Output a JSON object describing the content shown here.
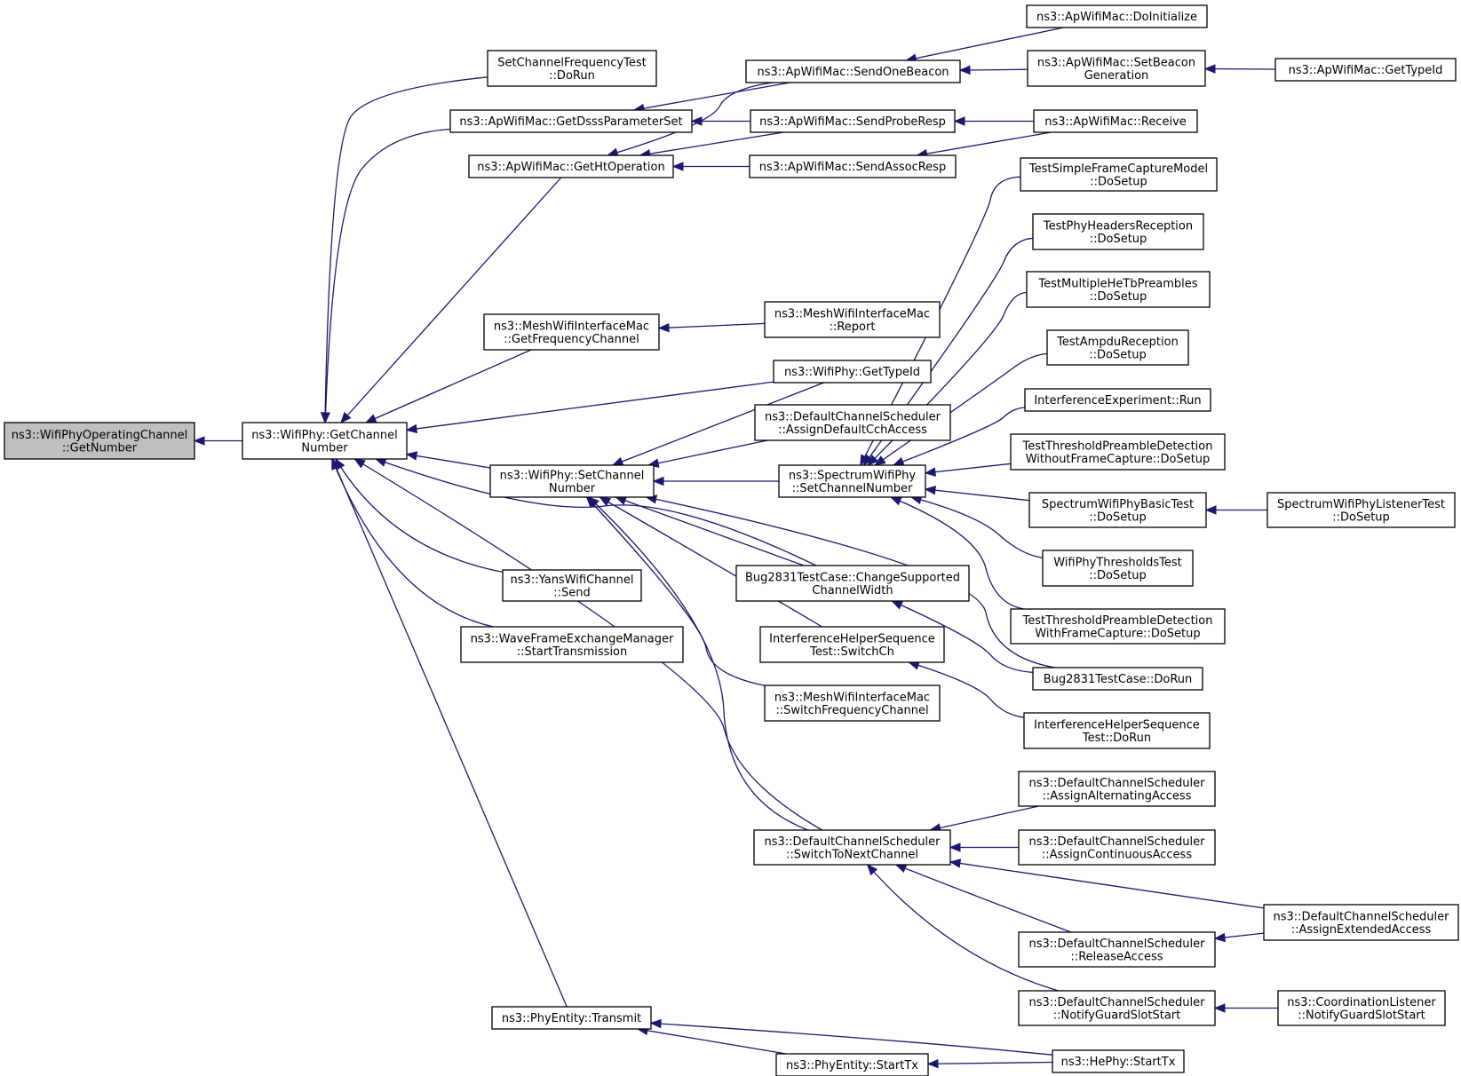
{
  "graph": {
    "nodes": [
      {
        "id": "root",
        "lines": [
          "ns3::WifiPhyOperatingChannel",
          "::GetNumber"
        ],
        "highlighted": true
      },
      {
        "id": "getchan",
        "lines": [
          "ns3::WifiPhy::GetChannel",
          "Number"
        ]
      },
      {
        "id": "setchfreqtest",
        "lines": [
          "SetChannelFrequencyTest",
          "::DoRun"
        ]
      },
      {
        "id": "getdsss",
        "lines": [
          "ns3::ApWifiMac::GetDsssParameterSet"
        ]
      },
      {
        "id": "getht",
        "lines": [
          "ns3::ApWifiMac::GetHtOperation"
        ]
      },
      {
        "id": "meshgetfreq",
        "lines": [
          "ns3::MeshWifiInterfaceMac",
          "::GetFrequencyChannel"
        ]
      },
      {
        "id": "setchan",
        "lines": [
          "ns3::WifiPhy::SetChannel",
          "Number"
        ]
      },
      {
        "id": "yanssend",
        "lines": [
          "ns3::YansWifiChannel",
          "::Send"
        ]
      },
      {
        "id": "wavestart",
        "lines": [
          "ns3::WaveFrameExchangeManager",
          "::StartTransmission"
        ]
      },
      {
        "id": "phytransmit",
        "lines": [
          "ns3::PhyEntity::Transmit"
        ]
      },
      {
        "id": "sendbeacon",
        "lines": [
          "ns3::ApWifiMac::SendOneBeacon"
        ]
      },
      {
        "id": "sendprobe",
        "lines": [
          "ns3::ApWifiMac::SendProbeResp"
        ]
      },
      {
        "id": "sendassoc",
        "lines": [
          "ns3::ApWifiMac::SendAssocResp"
        ]
      },
      {
        "id": "meshreport",
        "lines": [
          "ns3::MeshWifiInterfaceMac",
          "::Report"
        ]
      },
      {
        "id": "phytypeid",
        "lines": [
          "ns3::WifiPhy::GetTypeId"
        ]
      },
      {
        "id": "assigncch",
        "lines": [
          "ns3::DefaultChannelScheduler",
          "::AssignDefaultCchAccess"
        ]
      },
      {
        "id": "spectrumset",
        "lines": [
          "ns3::SpectrumWifiPhy",
          "::SetChannelNumber"
        ]
      },
      {
        "id": "bugchange",
        "lines": [
          "Bug2831TestCase::ChangeSupported",
          "ChannelWidth"
        ]
      },
      {
        "id": "ihsswitch",
        "lines": [
          "InterferenceHelperSequence",
          "Test::SwitchCh"
        ]
      },
      {
        "id": "meshswitch",
        "lines": [
          "ns3::MeshWifiInterfaceMac",
          "::SwitchFrequencyChannel"
        ]
      },
      {
        "id": "switchnext",
        "lines": [
          "ns3::DefaultChannelScheduler",
          "::SwitchToNextChannel"
        ]
      },
      {
        "id": "phystarttx",
        "lines": [
          "ns3::PhyEntity::StartTx"
        ]
      },
      {
        "id": "doinit",
        "lines": [
          "ns3::ApWifiMac::DoInitialize"
        ]
      },
      {
        "id": "setbeacongen",
        "lines": [
          "ns3::ApWifiMac::SetBeacon",
          "Generation"
        ]
      },
      {
        "id": "receive",
        "lines": [
          "ns3::ApWifiMac::Receive"
        ]
      },
      {
        "id": "testsimple",
        "lines": [
          "TestSimpleFrameCaptureModel",
          "::DoSetup"
        ]
      },
      {
        "id": "testphyhdr",
        "lines": [
          "TestPhyHeadersReception",
          "::DoSetup"
        ]
      },
      {
        "id": "testmulti",
        "lines": [
          "TestMultipleHeTbPreambles",
          "::DoSetup"
        ]
      },
      {
        "id": "testampdu",
        "lines": [
          "TestAmpduReception",
          "::DoSetup"
        ]
      },
      {
        "id": "interfexp",
        "lines": [
          "InterferenceExperiment::Run"
        ]
      },
      {
        "id": "testthrwo",
        "lines": [
          "TestThresholdPreambleDetection",
          "WithoutFrameCapture::DoSetup"
        ]
      },
      {
        "id": "spectrumbasic",
        "lines": [
          "SpectrumWifiPhyBasicTest",
          "::DoSetup"
        ]
      },
      {
        "id": "wifithr",
        "lines": [
          "WifiPhyThresholdsTest",
          "::DoSetup"
        ]
      },
      {
        "id": "testthrwith",
        "lines": [
          "TestThresholdPreambleDetection",
          "WithFrameCapture::DoSetup"
        ]
      },
      {
        "id": "bugdorun",
        "lines": [
          "Bug2831TestCase::DoRun"
        ]
      },
      {
        "id": "ihsdorun",
        "lines": [
          "InterferenceHelperSequence",
          "Test::DoRun"
        ]
      },
      {
        "id": "assignalt",
        "lines": [
          "ns3::DefaultChannelScheduler",
          "::AssignAlternatingAccess"
        ]
      },
      {
        "id": "assigncont",
        "lines": [
          "ns3::DefaultChannelScheduler",
          "::AssignContinuousAccess"
        ]
      },
      {
        "id": "releaseacc",
        "lines": [
          "ns3::DefaultChannelScheduler",
          "::ReleaseAccess"
        ]
      },
      {
        "id": "notifyguard",
        "lines": [
          "ns3::DefaultChannelScheduler",
          "::NotifyGuardSlotStart"
        ]
      },
      {
        "id": "hestarttx",
        "lines": [
          "ns3::HePhy::StartTx"
        ]
      },
      {
        "id": "apgettypeid",
        "lines": [
          "ns3::ApWifiMac::GetTypeId"
        ]
      },
      {
        "id": "spectrumlistener",
        "lines": [
          "SpectrumWifiPhyListenerTest",
          "::DoSetup"
        ]
      },
      {
        "id": "assignext",
        "lines": [
          "ns3::DefaultChannelScheduler",
          "::AssignExtendedAccess"
        ]
      },
      {
        "id": "coordnotify",
        "lines": [
          "ns3::CoordinationListener",
          "::NotifyGuardSlotStart"
        ]
      }
    ]
  }
}
